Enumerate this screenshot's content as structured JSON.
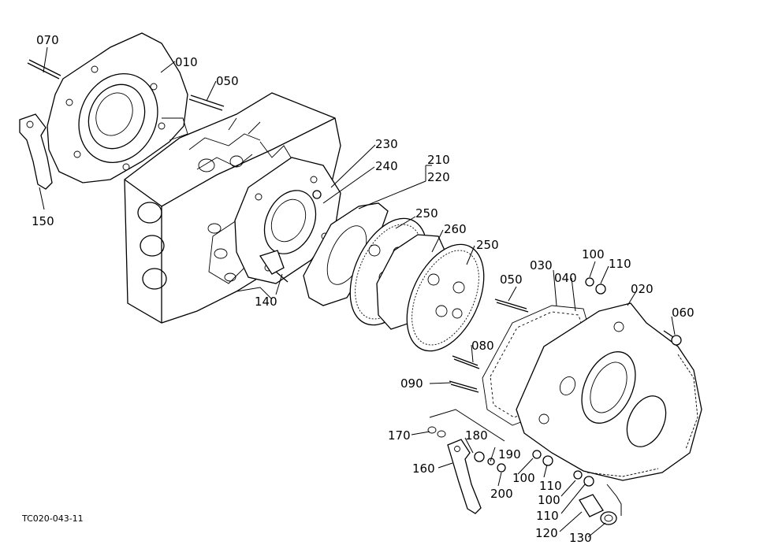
{
  "reference_code": "TC020-043-11",
  "parts": [
    {
      "id": "p070",
      "label": "070"
    },
    {
      "id": "p010",
      "label": "010"
    },
    {
      "id": "p050a",
      "label": "050"
    },
    {
      "id": "p150",
      "label": "150"
    },
    {
      "id": "p230",
      "label": "230"
    },
    {
      "id": "p240",
      "label": "240"
    },
    {
      "id": "p210",
      "label": "210"
    },
    {
      "id": "p220",
      "label": "220"
    },
    {
      "id": "p250a",
      "label": "250"
    },
    {
      "id": "p260",
      "label": "260"
    },
    {
      "id": "p250b",
      "label": "250"
    },
    {
      "id": "p140",
      "label": "140"
    },
    {
      "id": "p030",
      "label": "030"
    },
    {
      "id": "p040",
      "label": "040"
    },
    {
      "id": "p100a",
      "label": "100"
    },
    {
      "id": "p110a",
      "label": "110"
    },
    {
      "id": "p050b",
      "label": "050"
    },
    {
      "id": "p020",
      "label": "020"
    },
    {
      "id": "p060",
      "label": "060"
    },
    {
      "id": "p080",
      "label": "080"
    },
    {
      "id": "p090",
      "label": "090"
    },
    {
      "id": "p170",
      "label": "170"
    },
    {
      "id": "p180",
      "label": "180"
    },
    {
      "id": "p190",
      "label": "190"
    },
    {
      "id": "p160",
      "label": "160"
    },
    {
      "id": "p200",
      "label": "200"
    },
    {
      "id": "p100b",
      "label": "100"
    },
    {
      "id": "p110b",
      "label": "110"
    },
    {
      "id": "p100c",
      "label": "100"
    },
    {
      "id": "p110c",
      "label": "110"
    },
    {
      "id": "p120",
      "label": "120"
    },
    {
      "id": "p130",
      "label": "130"
    }
  ]
}
